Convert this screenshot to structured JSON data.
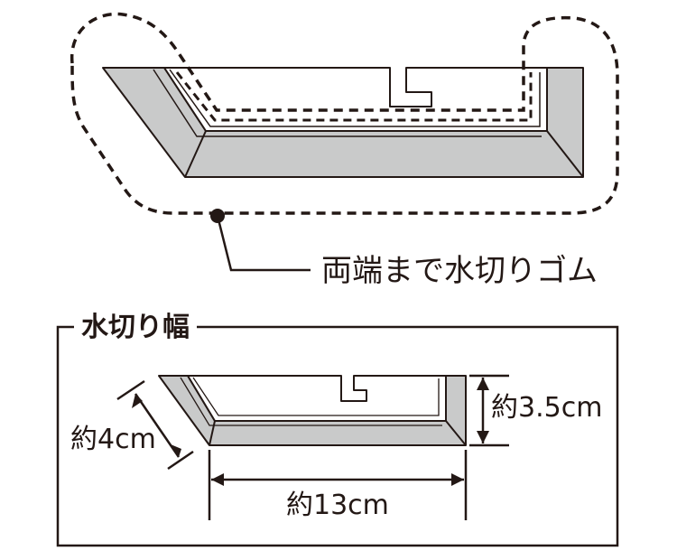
{
  "callout": {
    "text": "両端まで水切りゴム"
  },
  "width_section": {
    "title": "水切り幅",
    "depth_label": "約4cm",
    "height_label": "約3.5cm",
    "width_label": "約13cm"
  },
  "colors": {
    "ink": "#231815",
    "rubber": "#c9caca",
    "background": "#ffffff"
  }
}
